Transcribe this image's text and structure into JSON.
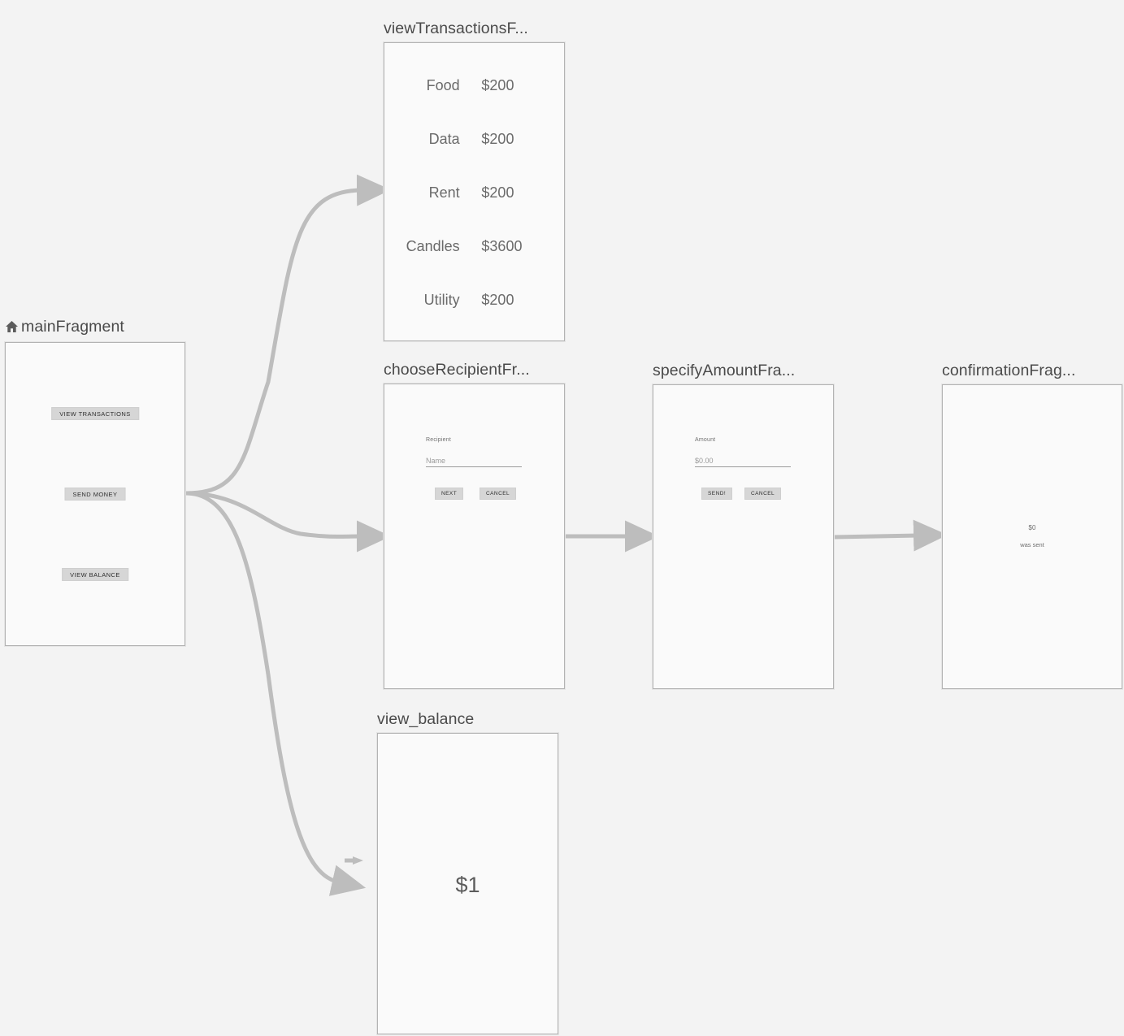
{
  "canvas": {
    "background_color": "#f3f3f3",
    "frame_border_color": "#b3b3b3",
    "frame_fill_color": "#fafafa",
    "edge_color": "#bdbdbd",
    "button_color": "#d6d6d6"
  },
  "destinations": {
    "main": {
      "label": "mainFragment",
      "is_start_destination": true,
      "start_icon": "home-icon",
      "buttons": [
        {
          "label": "VIEW TRANSACTIONS"
        },
        {
          "label": "SEND MONEY"
        },
        {
          "label": "VIEW BALANCE"
        }
      ]
    },
    "view_transactions": {
      "label": "viewTransactionsF...",
      "rows": [
        {
          "name": "Food",
          "amount": "$200"
        },
        {
          "name": "Data",
          "amount": "$200"
        },
        {
          "name": "Rent",
          "amount": "$200"
        },
        {
          "name": "Candles",
          "amount": "$3600"
        },
        {
          "name": "Utility",
          "amount": "$200"
        }
      ]
    },
    "choose_recipient": {
      "label": "chooseRecipientFr...",
      "field_label": "Recipient",
      "field_value": "Name",
      "primary_button": "NEXT",
      "secondary_button": "CANCEL"
    },
    "specify_amount": {
      "label": "specifyAmountFra...",
      "field_label": "Amount",
      "field_value": "$0.00",
      "primary_button": "SEND!",
      "secondary_button": "CANCEL"
    },
    "confirmation": {
      "label": "confirmationFrag...",
      "amount": "$0",
      "message": "was sent"
    },
    "view_balance": {
      "label": "view_balance",
      "amount": "$1"
    }
  }
}
